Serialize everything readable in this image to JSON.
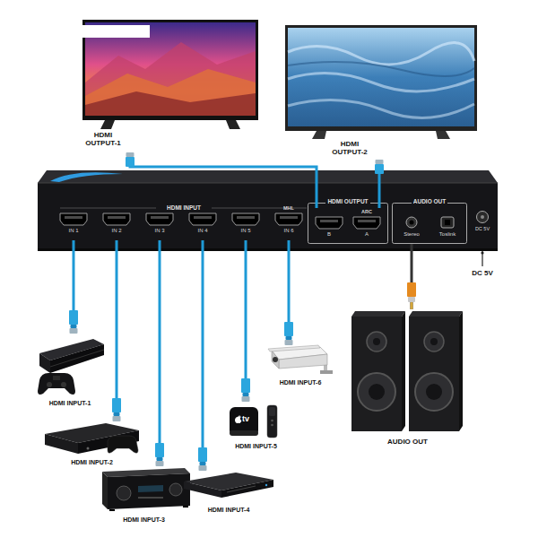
{
  "diagram": {
    "nodes": [
      {
        "text": [
          "HDMI OUTPUT-1"
        ]
      },
      {
        "text": [
          "HDMI OUTPUT-2"
        ]
      },
      {
        "text": [
          "HDMI INPUT"
        ]
      },
      {
        "text": [
          "IN 1"
        ],
        "in": 2
      },
      {
        "text": [
          "IN 2"
        ],
        "in": 2
      },
      {
        "text": [
          "IN 3"
        ],
        "in": 2
      },
      {
        "text": [
          "IN 4"
        ],
        "in": 2
      },
      {
        "text": [
          "IN 5"
        ],
        "in": 2
      },
      {
        "text": [
          "MHL",
          "IN 6"
        ],
        "in": 2
      },
      {
        "text": [
          "HDMI OUTPUT"
        ],
        "in": 2
      },
      {
        "text": [
          "B"
        ],
        "in": 9
      },
      {
        "text": [
          "ARC",
          "A"
        ],
        "in": 9
      },
      {
        "text": [
          "AUDIO OUT"
        ],
        "in": 2
      },
      {
        "text": [
          "Stereo"
        ],
        "in": 12
      },
      {
        "text": [
          "Toslink"
        ],
        "in": 12
      },
      {
        "text": [
          "DC 5V"
        ],
        "in": 2
      },
      {
        "text": [
          "HDMI INPUT-1"
        ]
      },
      {
        "text": [
          "HDMI INPUT-2"
        ]
      },
      {
        "text": [
          "HDMI INPUT-3"
        ]
      },
      {
        "text": [
          "HDMI INPUT-4"
        ]
      },
      {
        "text": [
          "HDMI INPUT-5"
        ]
      },
      {
        "text": [
          "HDMI INPUT-6"
        ]
      },
      {
        "text": [
          "AUDIO OUT"
        ]
      }
    ],
    "edges": [
      {
        "from": 0,
        "to": 10,
        "arrow": "none"
      },
      {
        "from": 1,
        "to": 11,
        "arrow": "none"
      },
      {
        "from": 16,
        "to": 3,
        "arrow": "none"
      },
      {
        "from": 17,
        "to": 4,
        "arrow": "none"
      },
      {
        "from": 18,
        "to": 5,
        "arrow": "none"
      },
      {
        "from": 19,
        "to": 6,
        "arrow": "none"
      },
      {
        "from": 20,
        "to": 7,
        "arrow": "none"
      },
      {
        "from": 21,
        "to": 8,
        "arrow": "none"
      },
      {
        "from": 22,
        "to": 13,
        "arrow": "none"
      }
    ],
    "labels": [
      "DC 5V",
      "tv"
    ]
  }
}
